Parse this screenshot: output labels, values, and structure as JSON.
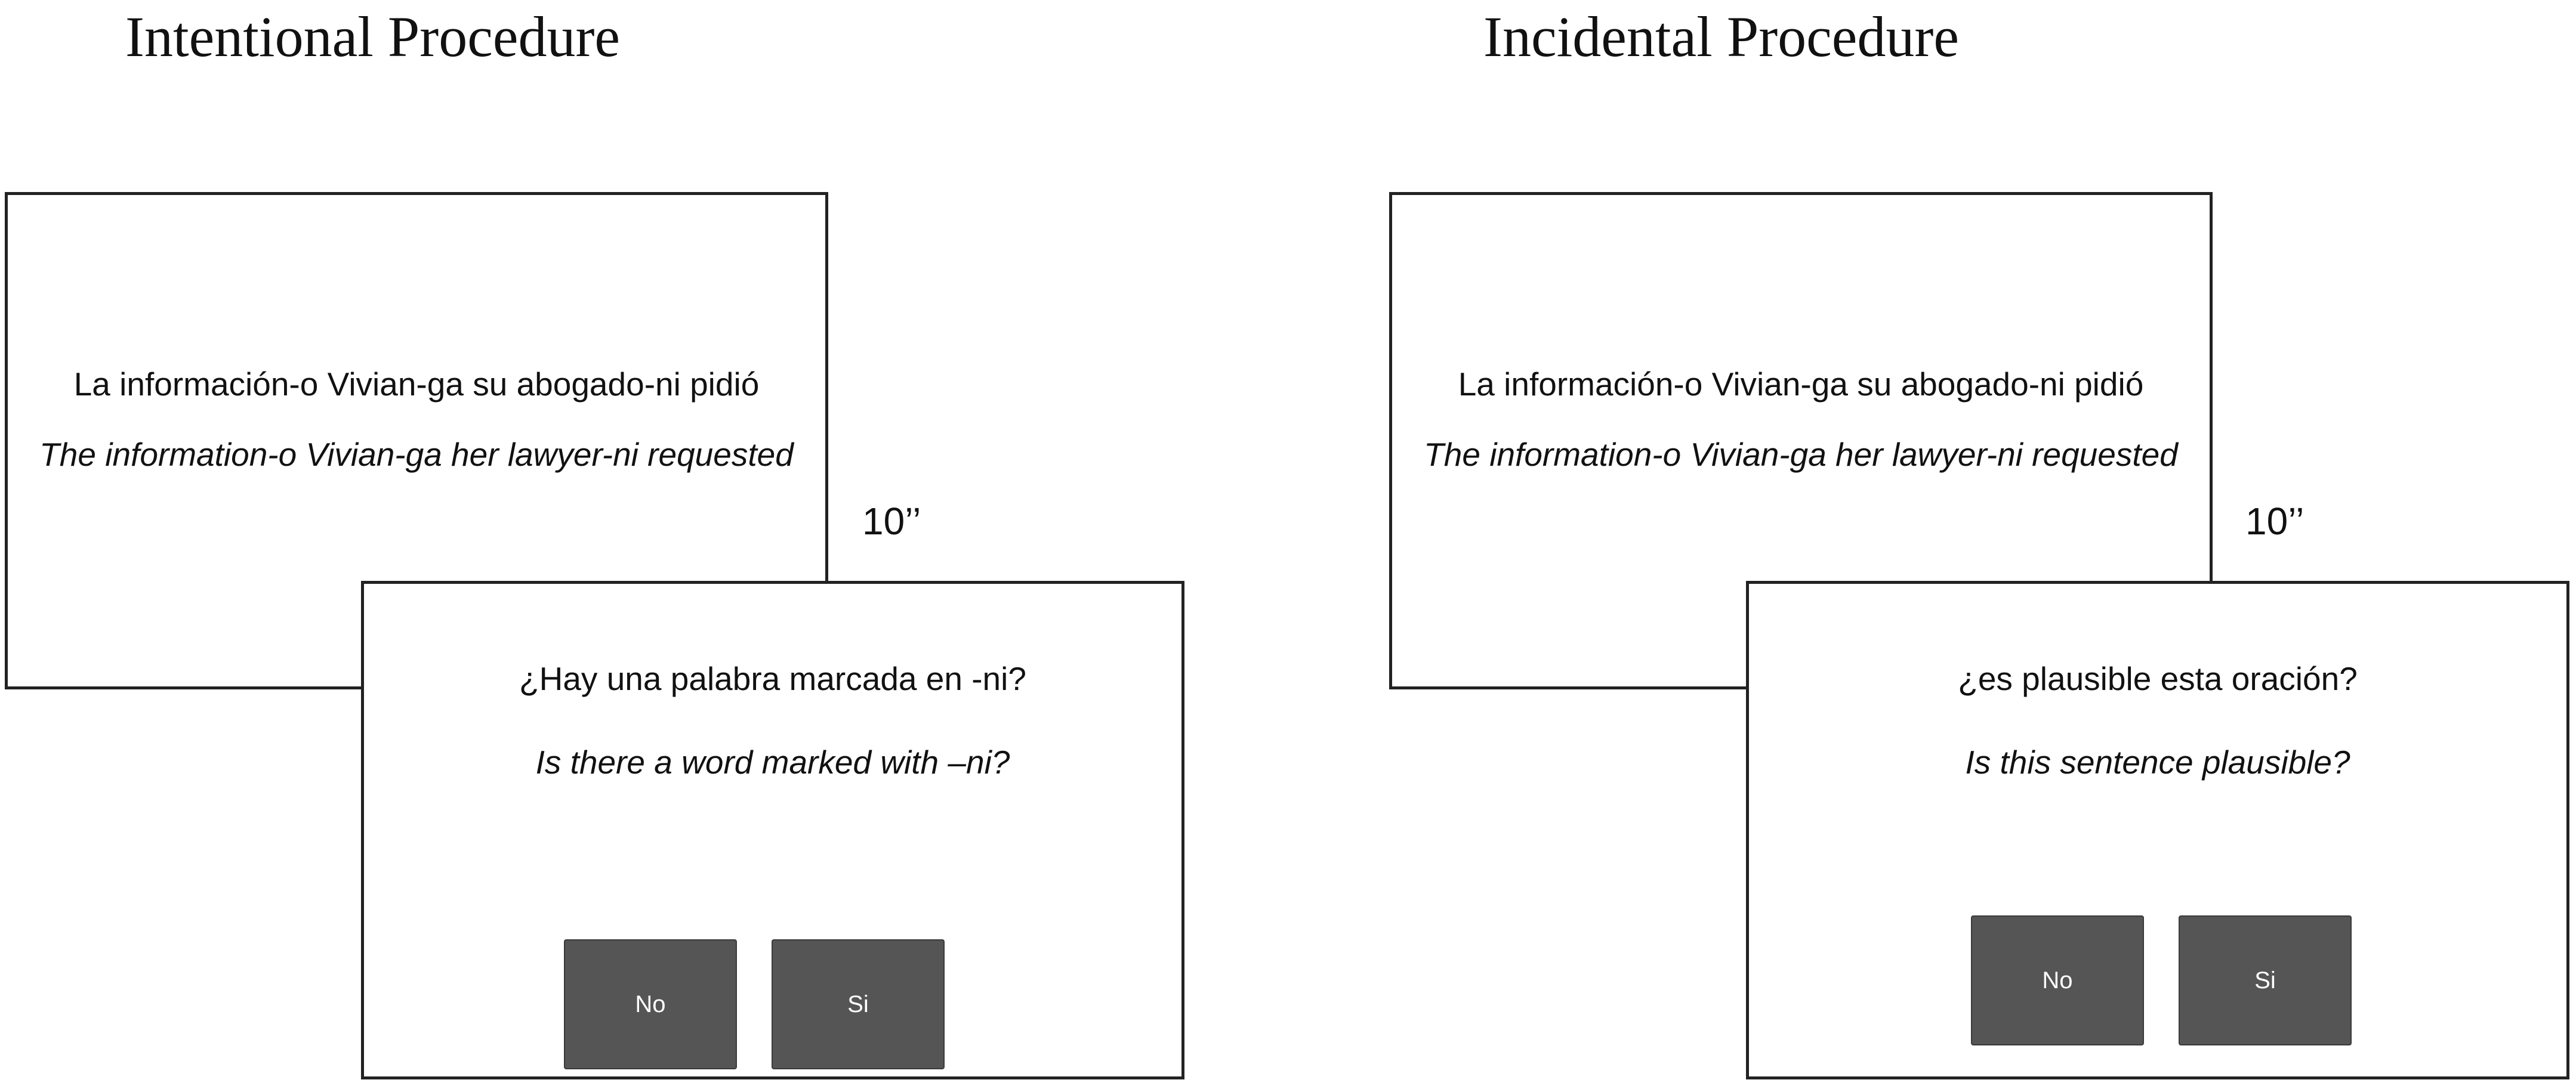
{
  "intentional": {
    "title": "Intentional Procedure",
    "stimulus": {
      "spanish": "La información-o Vivian-ga su abogado-ni pidió",
      "english": "The information-o Vivian-ga her lawyer-ni requested"
    },
    "duration": "10’’",
    "question": {
      "spanish": "¿Hay una palabra marcada en -ni?",
      "english": "Is there a word marked with –ni?"
    },
    "buttons": {
      "no": "No",
      "si": "Si"
    }
  },
  "incidental": {
    "title": "Incidental Procedure",
    "stimulus": {
      "spanish": "La información-o Vivian-ga su abogado-ni pidió",
      "english": "The information-o Vivian-ga her lawyer-ni requested"
    },
    "duration": "10’’",
    "question": {
      "spanish": "¿es plausible esta oración?",
      "english": "Is this sentence plausible?"
    },
    "buttons": {
      "no": "No",
      "si": "Si"
    }
  }
}
